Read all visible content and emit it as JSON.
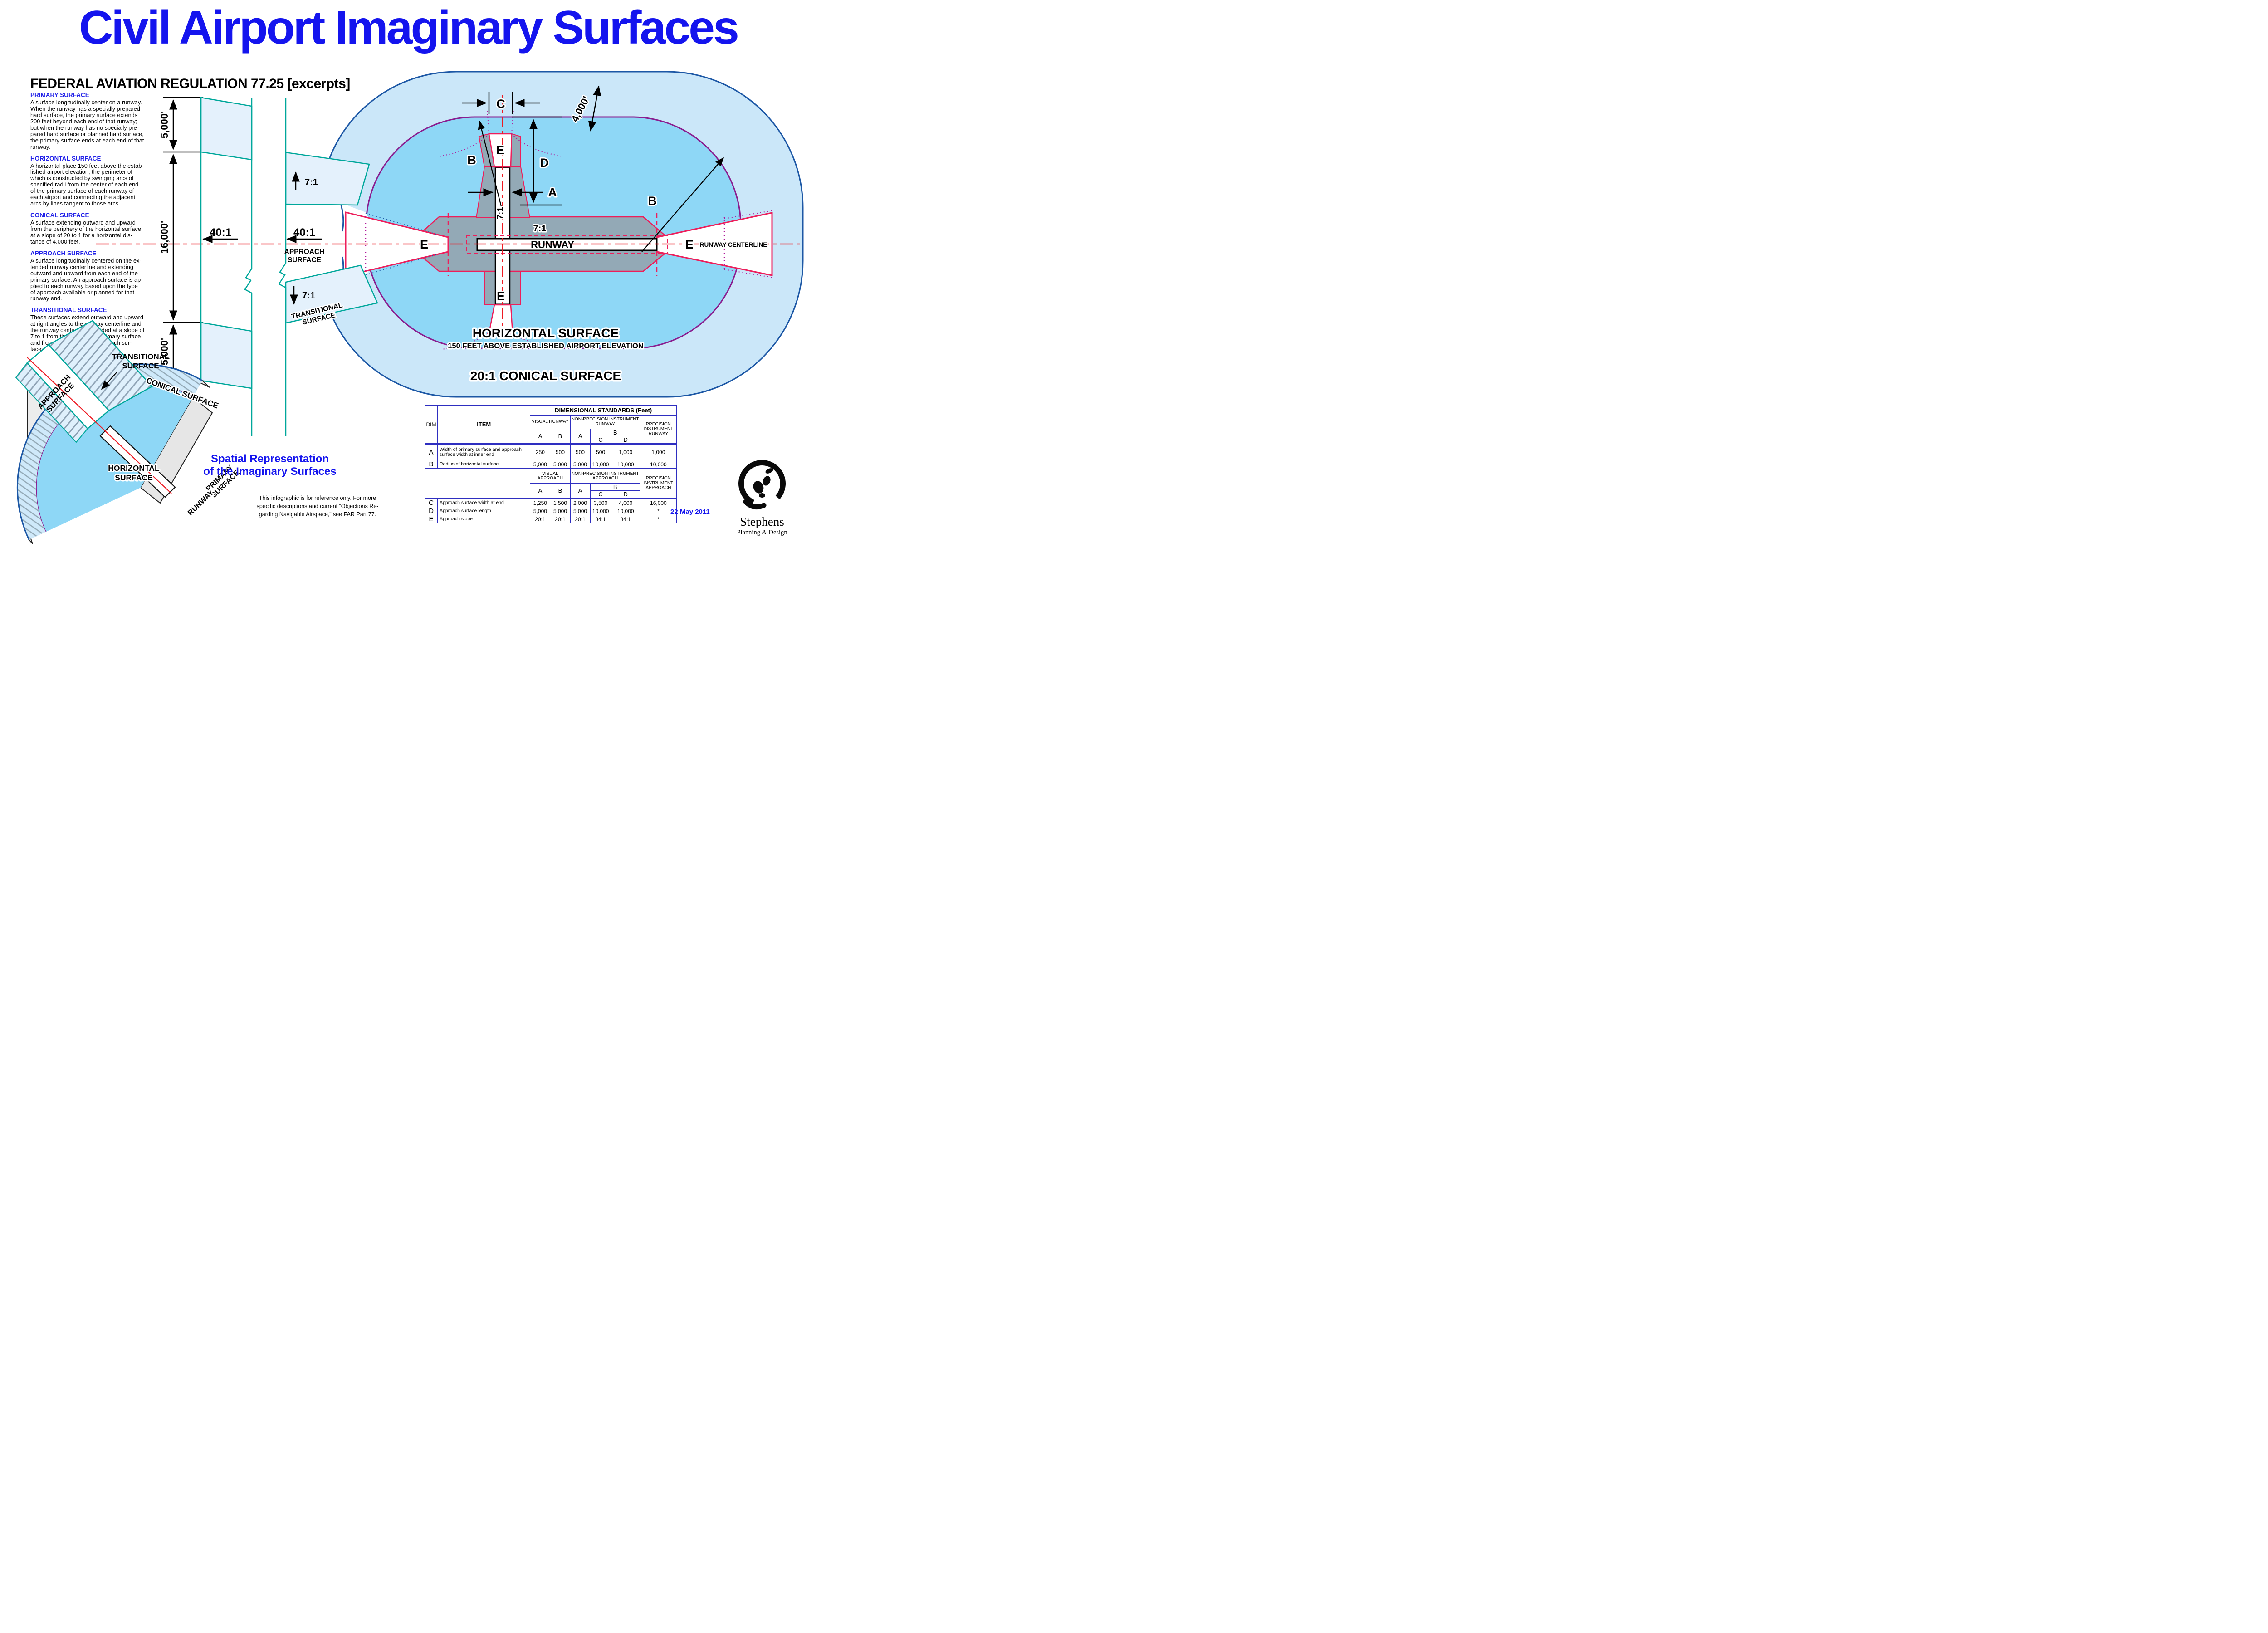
{
  "title": "Civil Airport Imaginary Surfaces",
  "subtitle": "FEDERAL AVIATION REGULATION 77.25  [excerpts]",
  "sections": [
    {
      "heading": "PRIMARY SURFACE",
      "body": "A surface longitudinally center on a runway.\nWhen the runway has a specially prepared\nhard surface, the primary surface extends\n200 feet beyond each end of that runway;\nbut when the runway has no specially pre-\npared hard surface or planned hard surface,\nthe primary surface ends at each end of that\nrunway."
    },
    {
      "heading": "HORIZONTAL SURFACE",
      "body": "A horizontal place 150 feet above the estab-\nlished airport elevation, the perimeter of\nwhich is constructed by swinging arcs of\nspecified radii from the center of each end\nof the primary surface of each runway of\neach airport and connecting the adjacent\narcs by lines tangent to those arcs."
    },
    {
      "heading": "CONICAL SURFACE",
      "body": "A surface extending outward and upward\nfrom the periphery of the horizontal surface\nat a slope of 20 to 1 for a horizontal dis-\ntance of 4,000 feet."
    },
    {
      "heading": "APPROACH SURFACE",
      "body": "A surface longitudinally centered on the ex-\ntended runway centerline and extending\noutward and upward from each end of the\nprimary surface. An approach surface is ap-\nplied to each runway based upon the type\nof approach available or planned for that\nrunway end."
    },
    {
      "heading": "TRANSITIONAL SURFACE",
      "body": "These surfaces extend outward and upward\nat right angles to the runway centerline and\nthe runway centerline extended at a slope of\n7 to 1 from the sides of the primary surface\nand from the sides of the approach sur-\nfaces."
    }
  ],
  "left": {
    "dims": [
      "5,000'",
      "16,000'",
      "5,000'"
    ],
    "slope40": "40:1",
    "slope7": "7:1",
    "approach": [
      "APPROACH",
      "SURFACE"
    ],
    "transitional": [
      "TRANSITIONAL",
      "SURFACE"
    ]
  },
  "plan": {
    "letters": {
      "a": "A",
      "b": "B",
      "c": "C",
      "d": "D",
      "e": "E"
    },
    "runway": "RUNWAY",
    "centerline": "RUNWAY CENTERLINE",
    "horizontal": "HORIZONTAL SURFACE",
    "horizontal_note": "150 FEET ABOVE ESTABLISHED AIRPORT ELEVATION",
    "conical": "20:1 CONICAL SURFACE",
    "dim4000": "4,000'",
    "slope7": "7:1"
  },
  "spatial": {
    "title": [
      "Spatial Representation",
      "of the Imaginary Surfaces"
    ],
    "transitional": [
      "TRANSITIONAL",
      "SURFACE"
    ],
    "approach": [
      "APPROACH",
      "SURFACE"
    ],
    "conical": "CONICAL SURFACE",
    "horizontal": [
      "HORIZONTAL",
      "SURFACE"
    ],
    "primary": [
      "PRIMARY",
      "SURFACE"
    ],
    "runway": "RUNWAY"
  },
  "disclaimer": "This infographic is for reference only. For more\nspecific descriptions and current “Objections Re-\ngarding Navigable Airspace,” see FAR Part 77.",
  "table": {
    "dim": "DIM",
    "item": "ITEM",
    "std": "DIMENSIONAL STANDARDS (Feet)",
    "h_visual_runway": "VISUAL RUNWAY",
    "h_np_runway": "NON-PRECISION INSTRUMENT RUNWAY",
    "h_prec_runway": "PRECISION INSTRUMENT RUNWAY",
    "h_visual_approach": "VISUAL APPROACH",
    "h_np_approach": "NON-PRECISION INSTRUMENT APPROACH",
    "h_prec_approach": "PRECISION INSTRUMENT APPROACH",
    "sub": {
      "a": "A",
      "b": "B",
      "c": "C",
      "d": "D"
    },
    "rows": [
      {
        "dim": "A",
        "item": "Width of primary surface and approach surface width at inner end",
        "v": [
          "250",
          "500",
          "500",
          "500",
          "1,000",
          "1,000"
        ]
      },
      {
        "dim": "B",
        "item": "Radius of horizontal surface",
        "v": [
          "5,000",
          "5,000",
          "5,000",
          "10,000",
          "10,000",
          "10,000"
        ]
      },
      {
        "dim": "C",
        "item": "Approach surface width at end",
        "v": [
          "1,250",
          "1,500",
          "2,000",
          "3,500",
          "4,000",
          "16,000"
        ]
      },
      {
        "dim": "D",
        "item": "Approach surface length",
        "v": [
          "5,000",
          "5,000",
          "5,000",
          "10,000",
          "10,000",
          "*"
        ]
      },
      {
        "dim": "E",
        "item": "Approach slope",
        "v": [
          "20:1",
          "20:1",
          "20:1",
          "34:1",
          "34:1",
          "*"
        ]
      }
    ]
  },
  "footer": {
    "date": "22 May 2011",
    "brand": "Stephens",
    "brand_sub": "Planning & Design"
  },
  "colors": {
    "title_blue": "#1414ee",
    "heading_blue": "#2020e8",
    "teal": "#00a79b",
    "red_centerline": "#ee1b23",
    "pink": "#ed1e5b",
    "magenta_dotted": "#b0189a",
    "outer_conical_fill": "#cbe7f9",
    "horizontal_fill": "#8ed7f6",
    "pale_blue": "#e4f1fc",
    "gray_transitional": "#93a9b6",
    "outer_stroke_blue": "#1c57a5",
    "purple": "#8a1d8f",
    "table_border_blue": "#2e2ec0"
  }
}
